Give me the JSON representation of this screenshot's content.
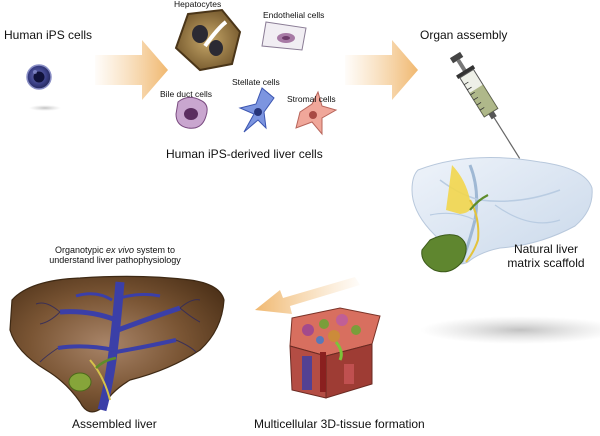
{
  "title_ips": "Human iPS cells",
  "cells": {
    "hepatocytes": "Hepatocytes",
    "endothelial": "Endothelial cells",
    "bile_duct": "Bile duct cells",
    "stellate": "Stellate cells",
    "stromal": "Stromal cells"
  },
  "derived_caption": "Human iPS-derived liver cells",
  "organ_assembly": "Organ assembly",
  "scaffold_line1": "Natural liver",
  "scaffold_line2": "matrix scaffold",
  "organotypic_line1_pre": "Organotypic ",
  "organotypic_line1_em": "ex vivo",
  "organotypic_line1_post": " system to",
  "organotypic_line2": "understand liver pathophysiology",
  "assembled_liver": "Assembled liver",
  "tissue_formation": "Multicellular 3D-tissue formation",
  "colors": {
    "arrow": "#f4c98f",
    "liver_brown": "#6b4a2a",
    "vessel_blue": "#3b3fa8",
    "gallbladder": "#6a8f2c",
    "scaffold": "#dce7f3"
  },
  "icons": [
    "ips-cell-icon",
    "hepatocyte-icon",
    "endothelial-cell-icon",
    "bile-duct-cell-icon",
    "stellate-cell-icon",
    "stromal-cell-icon",
    "syringe-icon",
    "scaffold-liver-icon",
    "tissue-block-icon",
    "assembled-liver-icon"
  ]
}
